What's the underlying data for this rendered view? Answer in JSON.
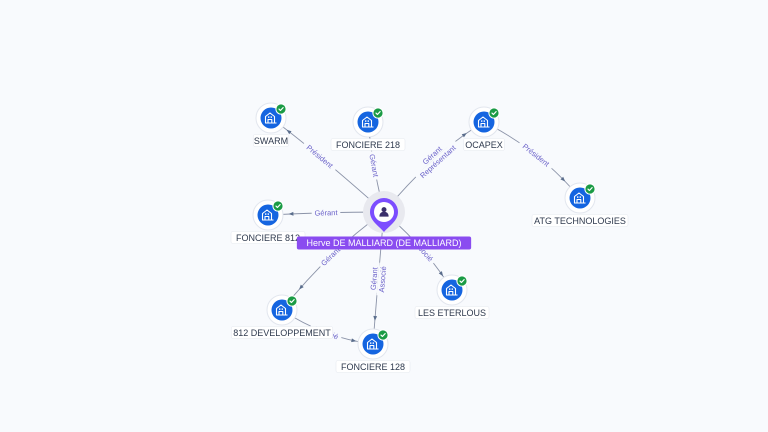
{
  "person": {
    "label": "Herve DE MALLIARD (DE MALLIARD)",
    "icon": "person-icon"
  },
  "companies": [
    {
      "id": "swarm",
      "label": "SWARM",
      "verified": true
    },
    {
      "id": "fonciere218",
      "label": "FONCIERE 218",
      "verified": true
    },
    {
      "id": "ocapex",
      "label": "OCAPEX",
      "verified": true
    },
    {
      "id": "atg",
      "label": "ATG TECHNOLOGIES",
      "verified": true
    },
    {
      "id": "fonciere812",
      "label": "FONCIERE 812",
      "verified": true
    },
    {
      "id": "les_eterlous",
      "label": "LES ETERLOUS",
      "verified": true
    },
    {
      "id": "dev812",
      "label": "812 DEVELOPPEMENT",
      "verified": true
    },
    {
      "id": "fonciere128",
      "label": "FONCIERE 128",
      "verified": true
    }
  ],
  "relations": [
    {
      "from": "person",
      "to": "swarm",
      "roles": [
        "Président"
      ]
    },
    {
      "from": "person",
      "to": "fonciere218",
      "roles": [
        "Gérant"
      ]
    },
    {
      "from": "person",
      "to": "ocapex",
      "roles": [
        "Gérant",
        "Représentant"
      ]
    },
    {
      "from": "ocapex",
      "to": "atg",
      "roles": [
        "Président"
      ]
    },
    {
      "from": "person",
      "to": "fonciere812",
      "roles": [
        "Gérant"
      ]
    },
    {
      "from": "person",
      "to": "les_eterlous",
      "roles": [
        "Associé"
      ]
    },
    {
      "from": "person",
      "to": "dev812",
      "roles": [
        "Gérant"
      ]
    },
    {
      "from": "person",
      "to": "fonciere128",
      "roles": [
        "Gérant",
        "Associé"
      ]
    },
    {
      "from": "dev812",
      "to": "fonciere128",
      "roles": [
        "Associé"
      ]
    }
  ],
  "colors": {
    "company_icon": "#1565e0",
    "verified_badge": "#1a9b45",
    "person_pin": "#7c4dff",
    "person_label": "#8a4cf0",
    "edge_label": "#6b62c9"
  },
  "icons": {
    "company": "building-icon",
    "verified": "verified-check-icon"
  }
}
